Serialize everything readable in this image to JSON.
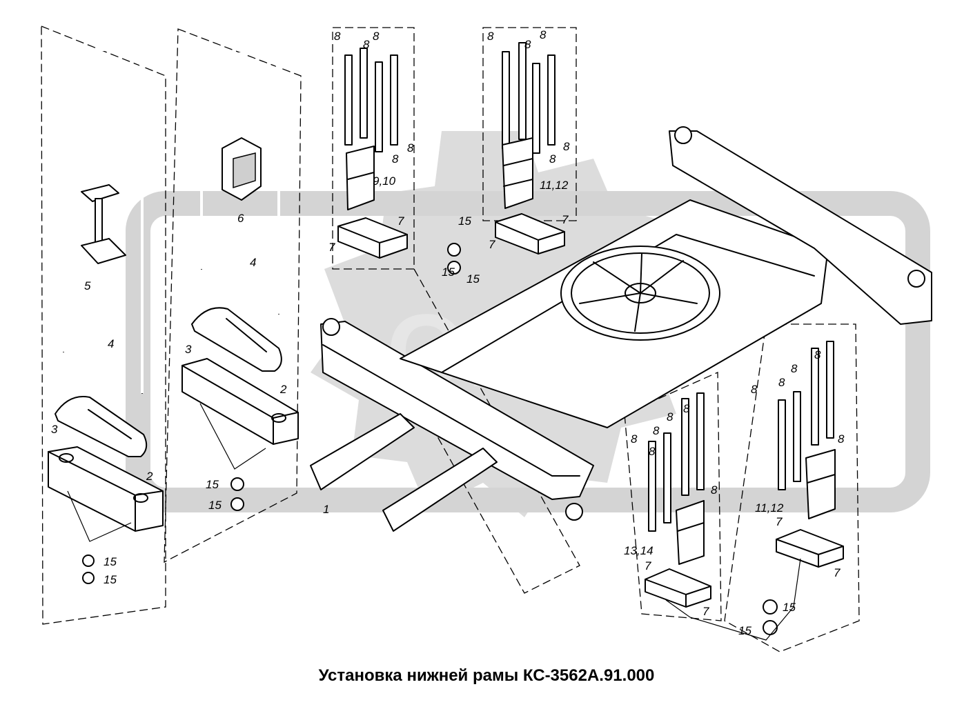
{
  "caption": "Установка нижней рамы КС-3562А.91.000",
  "colors": {
    "ink": "#000000",
    "watermark": "#d9d9d9",
    "paper": "#ffffff"
  },
  "labels": {
    "l1": "1",
    "l2a": "2",
    "l2b": "2",
    "l3a": "3",
    "l3b": "3",
    "l4a": "4",
    "l4b": "4",
    "l5": "5",
    "l6": "6",
    "l7a": "7",
    "l7b": "7",
    "l7c": "7",
    "l7d": "7",
    "l7e": "7",
    "l7f": "7",
    "l7g": "7",
    "l7h": "7",
    "l8a": "8",
    "l8b": "8",
    "l8c": "8",
    "l8d": "8",
    "l8e": "8",
    "l8f": "8",
    "l8g": "8",
    "l8h": "8",
    "l8i": "8",
    "l8j": "8",
    "l8k": "8",
    "l8l": "8",
    "l8m": "8",
    "l8n": "8",
    "l8o": "8",
    "l8p": "8",
    "l8q": "8",
    "l8r": "8",
    "l8s": "8",
    "l8t": "8",
    "l8u": "8",
    "l910": "9,10",
    "l1112a": "11,12",
    "l1112b": "11,12",
    "l1314": "13,14",
    "l15a": "15",
    "l15b": "15",
    "l15c": "15",
    "l15d": "15",
    "l15e": "15",
    "l15f": "15",
    "l15g": "15",
    "l15h": "15",
    "l15i": "15"
  }
}
